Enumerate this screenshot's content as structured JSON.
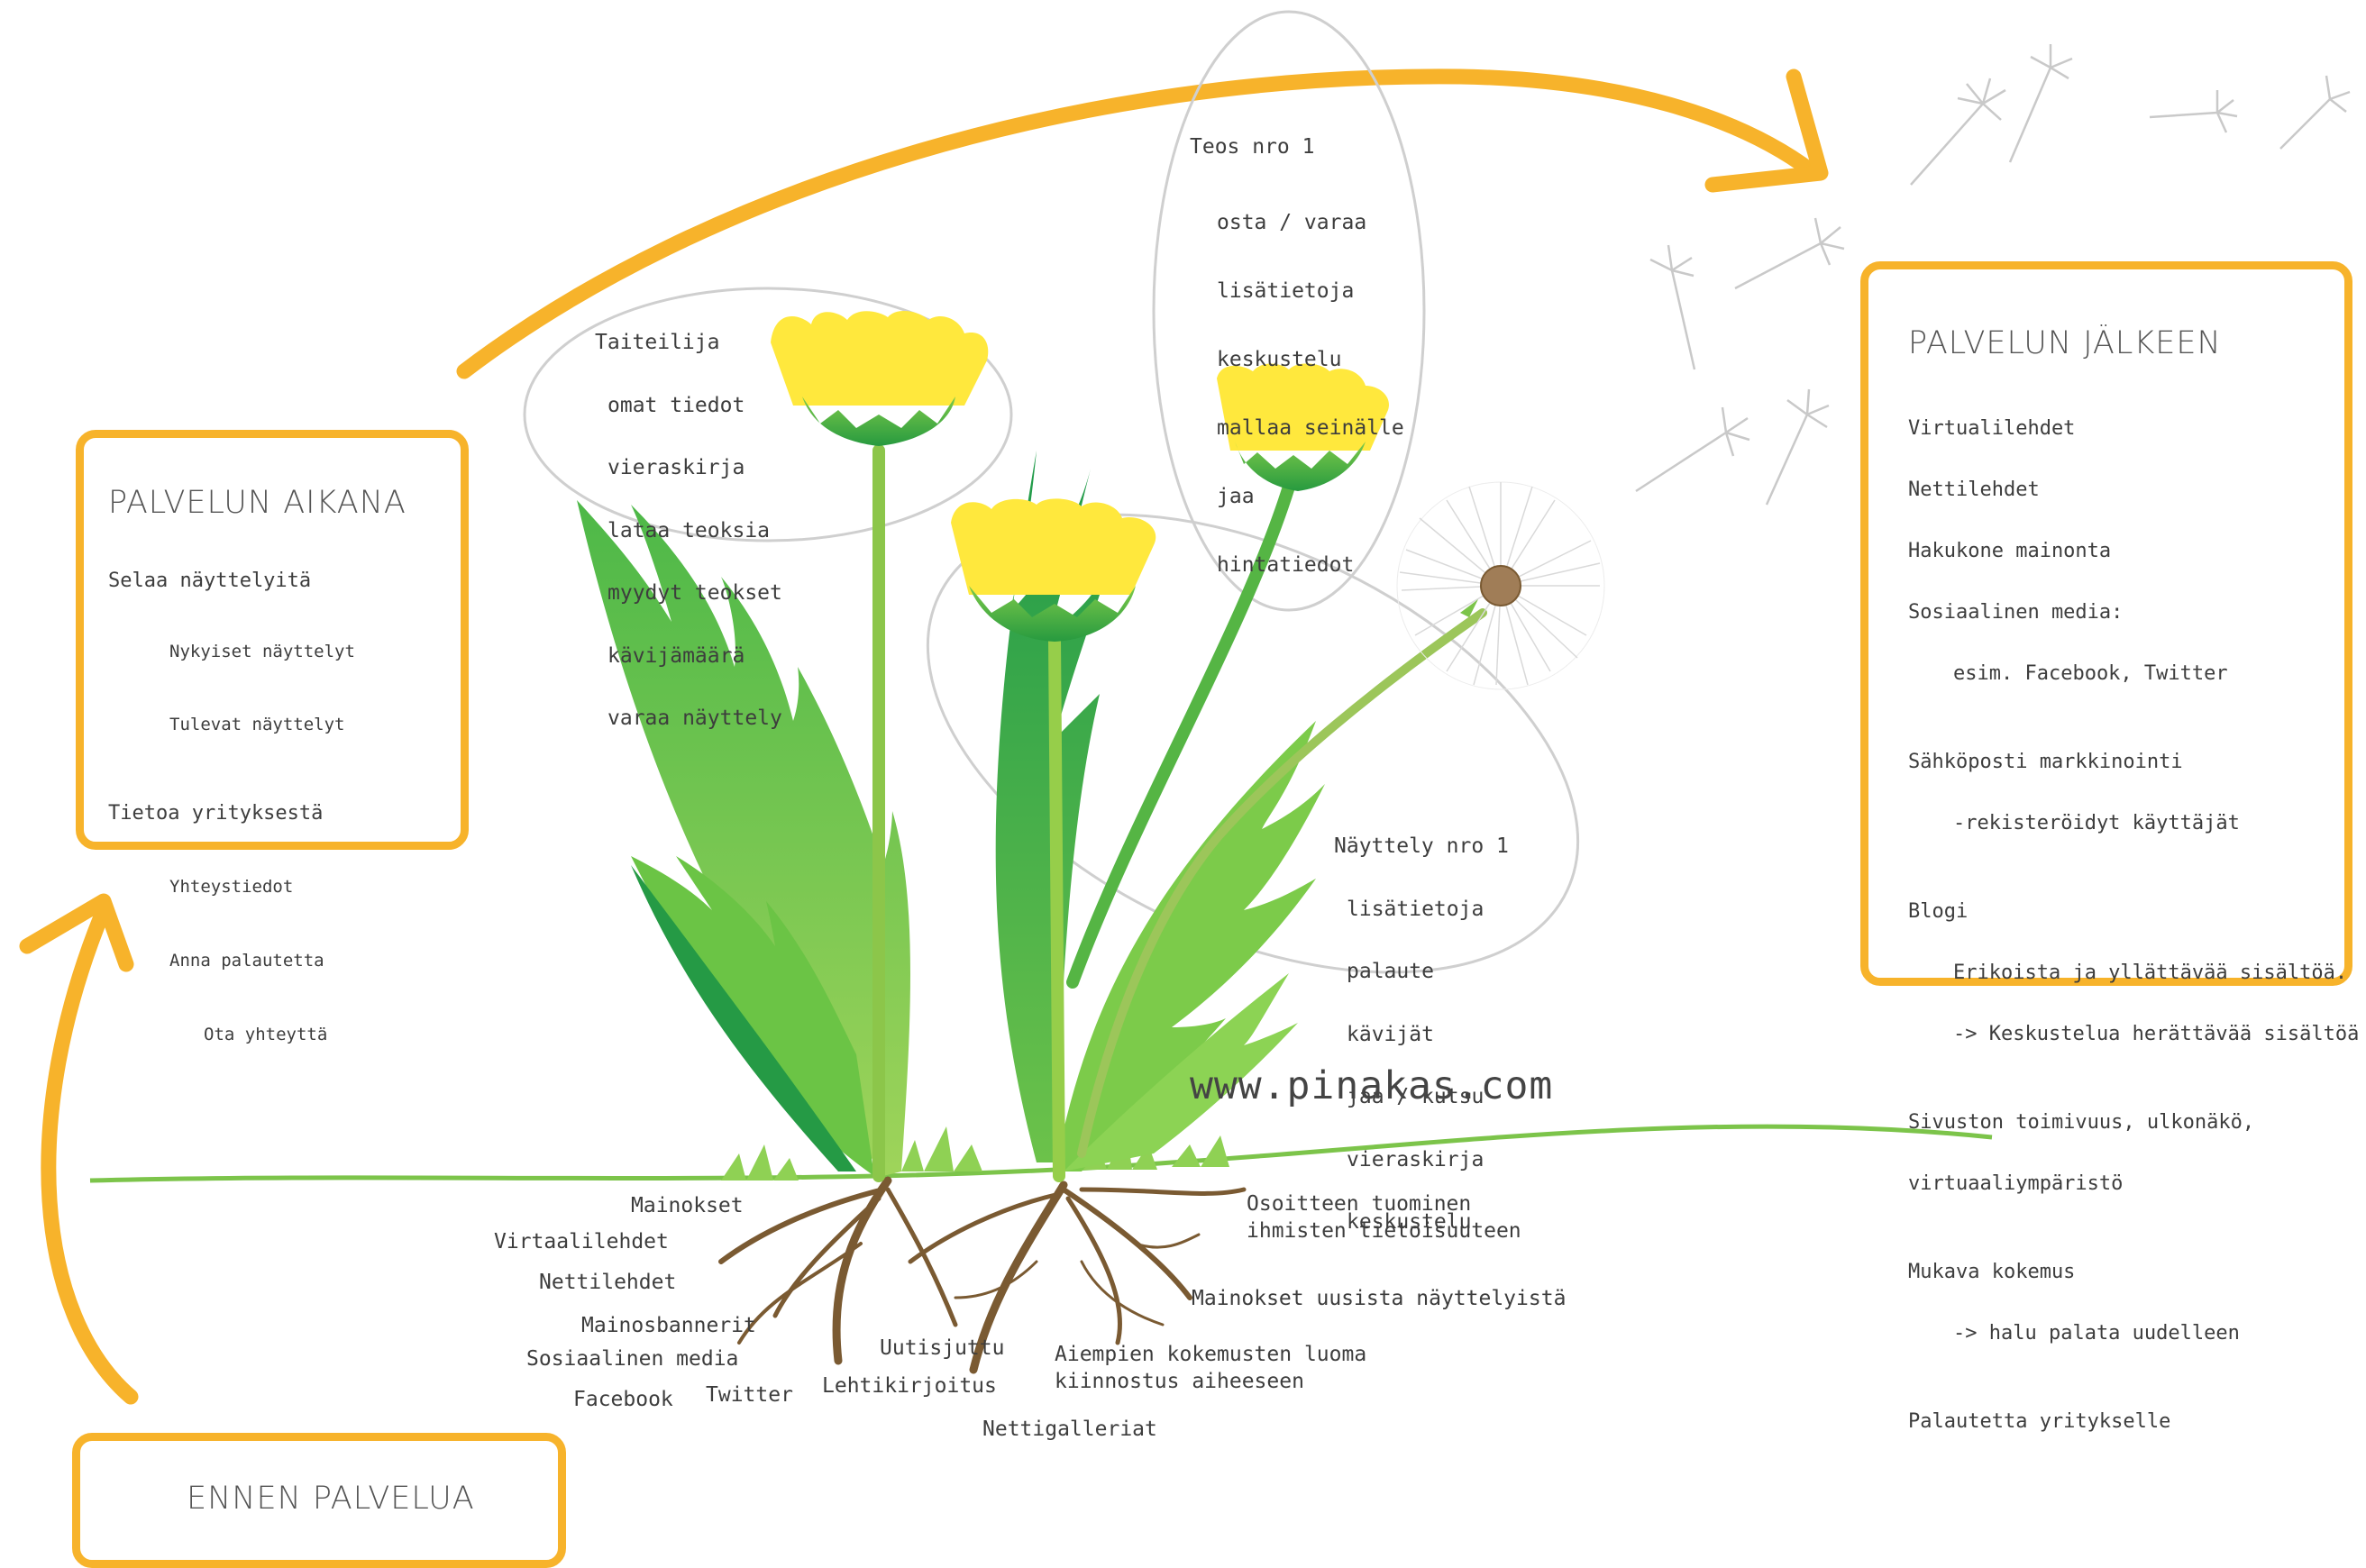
{
  "before_box": {
    "title": "ENNEN PALVELUA"
  },
  "during_box": {
    "title": "PALVELUN AIKANA",
    "lines": [
      "Selaa näyttelyitä",
      "Nykyiset näyttelyt",
      "Tulevat näyttelyt",
      "Tietoa yrityksestä",
      "Yhteystiedot",
      "Anna palautetta",
      "Ota yhteyttä"
    ]
  },
  "after_box": {
    "title": "PALVELUN JÄLKEEN",
    "lines": [
      "Virtualilehdet",
      "Nettilehdet",
      "Hakukone mainonta",
      "Sosiaalinen media:",
      "esim. Facebook, Twitter",
      "Sähköposti markkinointi",
      "-rekisteröidyt käyttäjät",
      "Blogi",
      "Erikoista ja yllättävää sisältöä.",
      "-> Keskustelua herättävää sisältöä",
      "Sivuston toimivuus, ulkonäkö,",
      "virtuaaliympäristö",
      "Mukava kokemus",
      "-> halu palata uudelleen",
      "Palautetta yritykselle"
    ]
  },
  "bubble_artist": {
    "title": "Taiteilija",
    "items": [
      "omat tiedot",
      "vieraskirja",
      "lataa teoksia",
      "myydyt teokset",
      "kävijämäärä",
      "varaa näyttely"
    ]
  },
  "bubble_work": {
    "title": "Teos nro 1",
    "items": [
      "osta / varaa",
      "lisätietoja",
      "keskustelu",
      "mallaa seinälle",
      "jaa",
      "hintatiedot"
    ]
  },
  "bubble_exhibit": {
    "title": "Näyttely nro 1",
    "items": [
      "lisätietoja",
      "palaute",
      "kävijät",
      "jaa / kutsu",
      "vieraskirja",
      "keskustelu"
    ]
  },
  "url": "www.pinakas.com",
  "roots": {
    "mainokset": "Mainokset",
    "virtaalilehdet": "Virtaalilehdet",
    "nettilehdet": "Nettilehdet",
    "mainosbannerit": "Mainosbannerit",
    "sosiaalinen": "Sosiaalinen media",
    "facebook": "Facebook",
    "twitter": "Twitter",
    "lehtikirjoitus": "Lehtikirjoitus",
    "uutisjuttu": "Uutisjuttu",
    "nettigalleriat": "Nettigalleriat",
    "aiempien1": "Aiempien kokemusten luoma",
    "aiempien2": "kiinnostus aiheeseen",
    "mainokset_uusista": "Mainokset uusista näyttelyistä",
    "osoitteen1": "Osoitteen tuominen",
    "osoitteen2": "ihmisten tietoisuuteen"
  },
  "colors": {
    "accent": "#f7b32b",
    "leaf": "#6cc24a",
    "leaf_dark": "#2e9b3a",
    "petal": "#ffe94a",
    "root": "#7a5a32",
    "ground": "#79c44a"
  },
  "icons": [
    "curved-arrow-up",
    "curved-arrow-right",
    "dandelion-plant",
    "dandelion-seed-head",
    "flying-seeds"
  ]
}
